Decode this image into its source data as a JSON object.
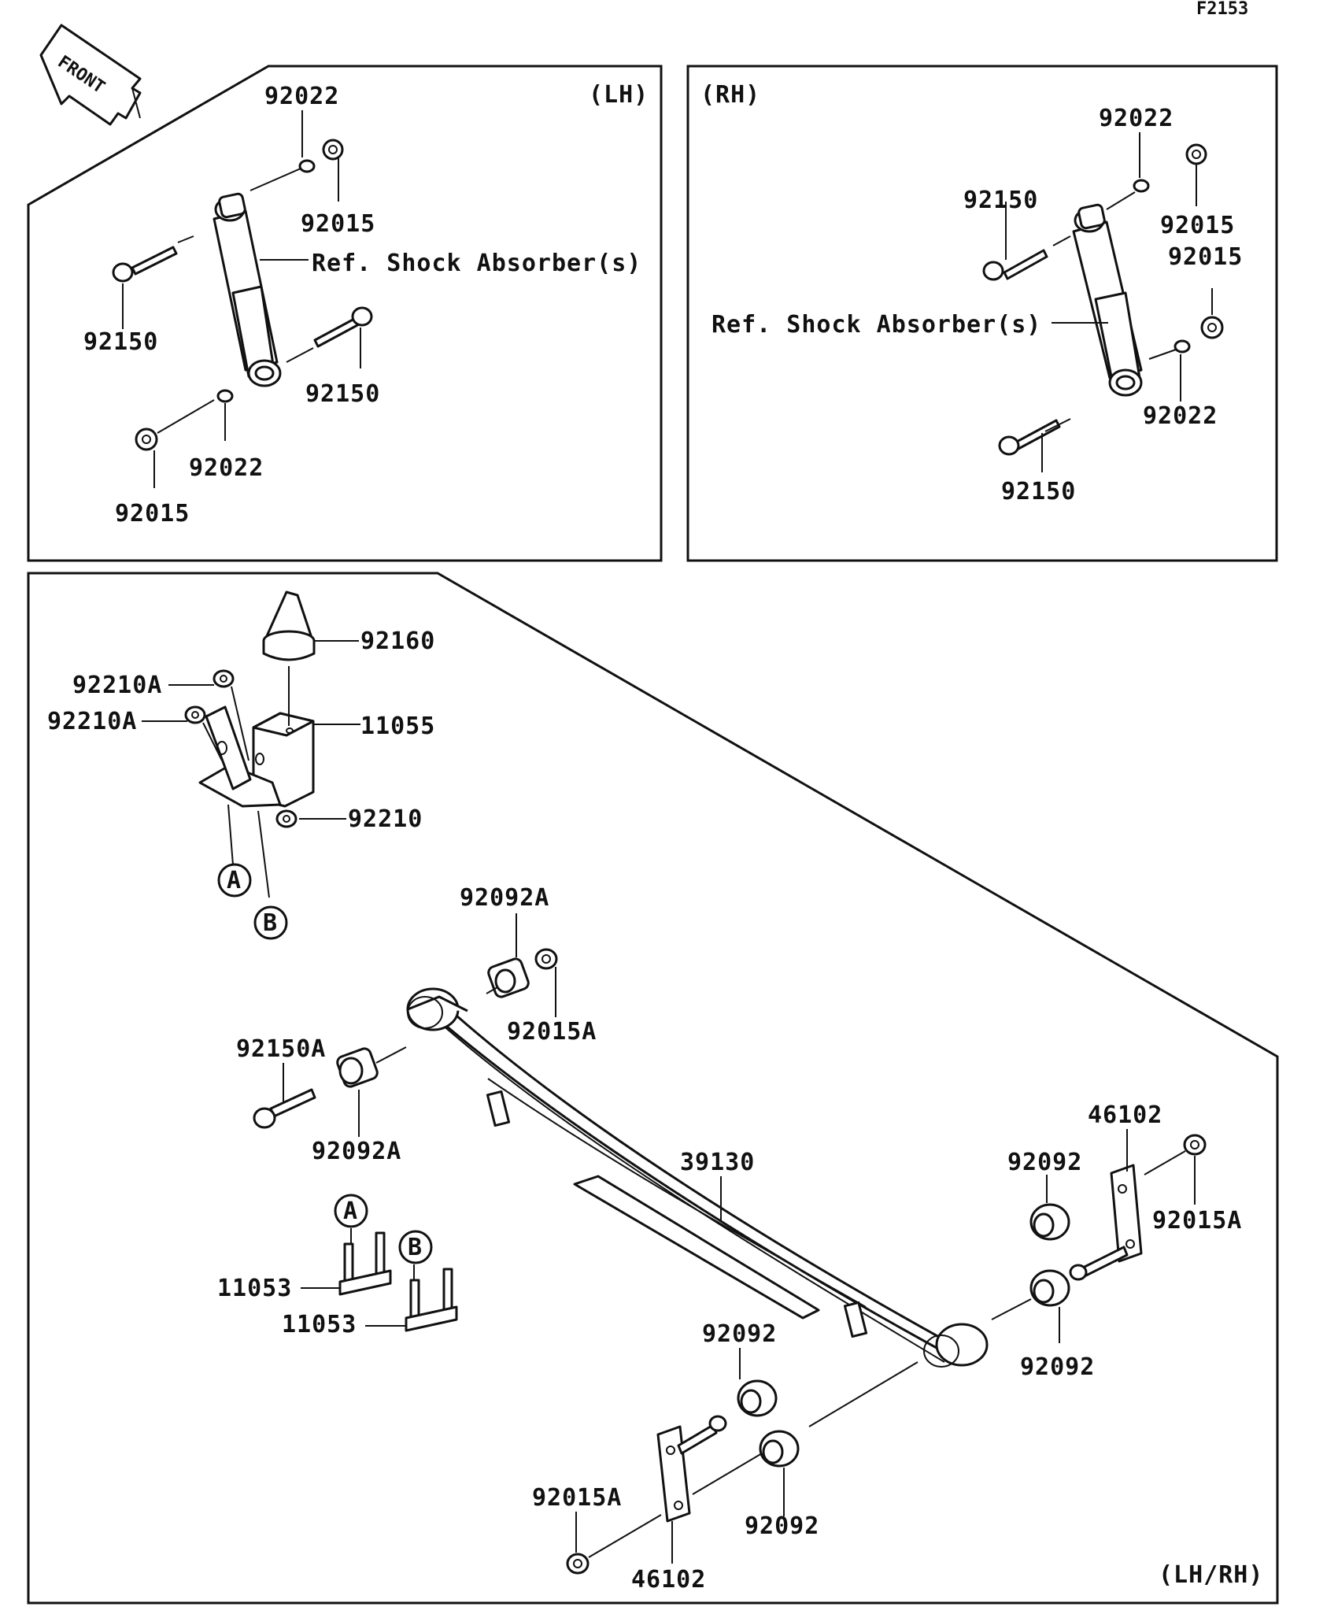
{
  "figure_code": "F2153",
  "front_label": "FRONT",
  "panels": {
    "left": "(LH)",
    "right": "(RH)",
    "bottom": "(LH/RH)"
  },
  "ref_label": "Ref. Shock Absorber(s)",
  "callouts": {
    "A": "A",
    "B": "B"
  },
  "part_numbers": {
    "washer": "92022",
    "nut": "92015",
    "bolt": "92150",
    "bump_stop": "92160",
    "bracket": "11055",
    "nut_a": "92210A",
    "nut_bracket": "92210",
    "bushing_a": "92092A",
    "nut_a_flange": "92015A",
    "bolt_a": "92150A",
    "leaf_spring": "39130",
    "shackle": "46102",
    "bushing": "92092",
    "u_bolt": "11053"
  }
}
